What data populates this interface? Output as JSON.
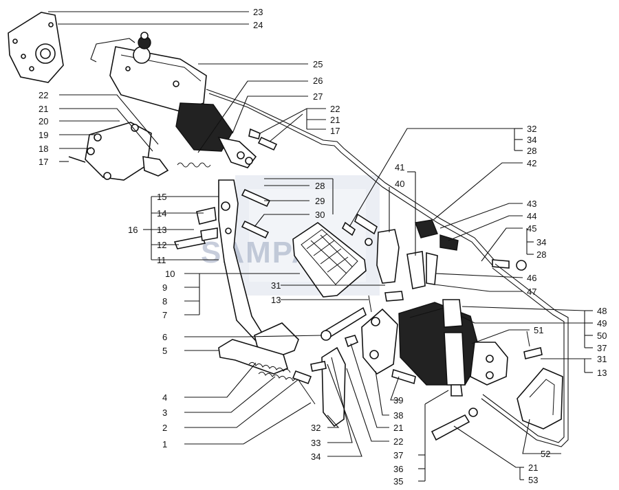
{
  "labels_left": [
    "22",
    "21",
    "20",
    "19",
    "18",
    "17",
    "15",
    "14",
    "13",
    "12",
    "11",
    "16",
    "10",
    "9",
    "8",
    "7",
    "6",
    "5",
    "4",
    "3",
    "2",
    "1"
  ],
  "labels_top": [
    "23",
    "24",
    "25",
    "26",
    "27",
    "22",
    "21",
    "17"
  ],
  "labels_mid": [
    "28",
    "29",
    "30",
    "31",
    "13",
    "41",
    "40"
  ],
  "labels_right": [
    "32",
    "34",
    "28",
    "42",
    "43",
    "44",
    "45",
    "34",
    "28",
    "46",
    "47",
    "48",
    "49",
    "50",
    "37",
    "51",
    "31",
    "13",
    "52",
    "21",
    "53"
  ],
  "labels_bottom": [
    "39",
    "38",
    "21",
    "22",
    "37",
    "36",
    "35",
    "32",
    "33",
    "34"
  ],
  "watermark": "SAMPA",
  "colors": {
    "line": "#111111",
    "watermark": "#9aa6bf",
    "background": "#ffffff"
  }
}
